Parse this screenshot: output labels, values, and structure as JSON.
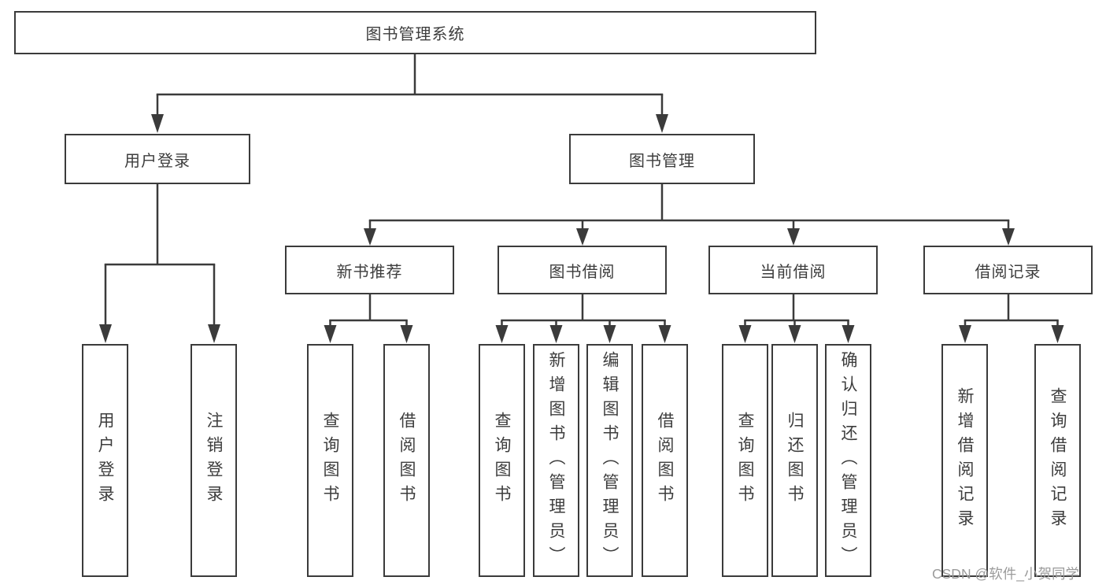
{
  "diagram": {
    "title": "图书管理系统",
    "watermark": "CSDN @软件_小贺同学",
    "colors": {
      "line": "#3b3b3b",
      "text": "#3d3d3d",
      "watermark": "#9b9b9b",
      "background": "#ffffff"
    },
    "nodes": {
      "root": {
        "label": "图书管理系统"
      },
      "branches": [
        {
          "label": "用户登录"
        },
        {
          "label": "图书管理"
        }
      ],
      "sections": [
        {
          "label": "新书推荐"
        },
        {
          "label": "图书借阅"
        },
        {
          "label": "当前借阅"
        },
        {
          "label": "借阅记录"
        }
      ],
      "leaves": [
        {
          "label": "用户登录"
        },
        {
          "label": "注销登录"
        },
        {
          "label": "查询图书"
        },
        {
          "label": "借阅图书"
        },
        {
          "label": "查询图书"
        },
        {
          "label": "新增图书（管理员）"
        },
        {
          "label": "编辑图书（管理员）"
        },
        {
          "label": "借阅图书"
        },
        {
          "label": "查询图书"
        },
        {
          "label": "归还图书"
        },
        {
          "label": "确认归还（管理员）"
        },
        {
          "label": "新增借阅记录"
        },
        {
          "label": "查询借阅记录"
        }
      ]
    },
    "hierarchy": [
      {
        "parent": "图书管理系统",
        "children": [
          "用户登录",
          "图书管理"
        ]
      },
      {
        "parent": "用户登录",
        "children": [
          "用户登录",
          "注销登录"
        ]
      },
      {
        "parent": "图书管理",
        "children": [
          "新书推荐",
          "图书借阅",
          "当前借阅",
          "借阅记录"
        ]
      },
      {
        "parent": "新书推荐",
        "children": [
          "查询图书",
          "借阅图书"
        ]
      },
      {
        "parent": "图书借阅",
        "children": [
          "查询图书",
          "新增图书（管理员）",
          "编辑图书（管理员）",
          "借阅图书"
        ]
      },
      {
        "parent": "当前借阅",
        "children": [
          "查询图书",
          "归还图书",
          "确认归还（管理员）"
        ]
      },
      {
        "parent": "借阅记录",
        "children": [
          "新增借阅记录",
          "查询借阅记录"
        ]
      }
    ]
  }
}
